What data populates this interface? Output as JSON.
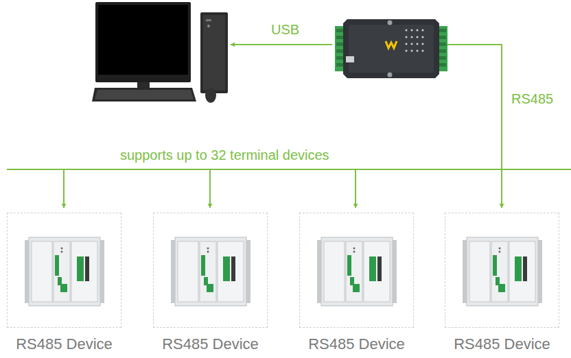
{
  "diagram": {
    "nodes": [
      {
        "text": [
          "RS485 Device"
        ]
      },
      {
        "text": [
          "RS485 Device"
        ]
      },
      {
        "text": [
          "RS485 Device"
        ]
      },
      {
        "text": [
          "RS485 Device"
        ]
      }
    ],
    "labels": [
      "USB",
      "RS485",
      "supports up to 32 terminal devices"
    ]
  }
}
